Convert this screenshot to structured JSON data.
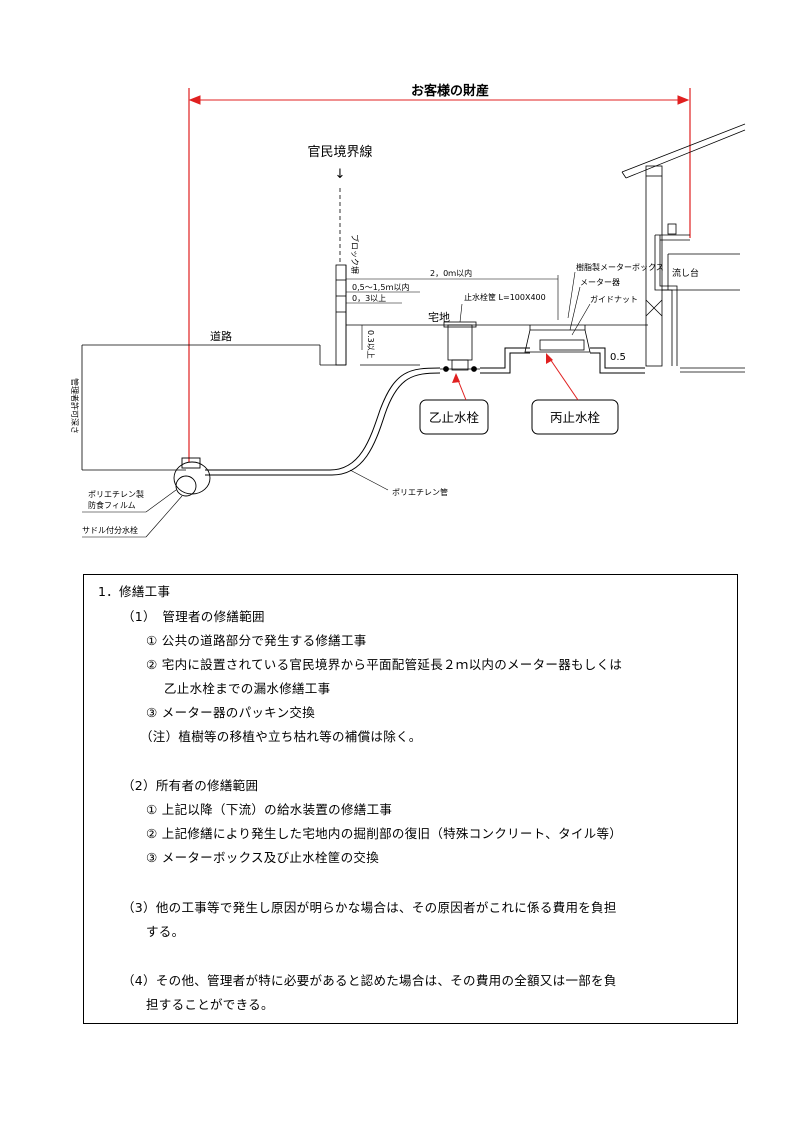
{
  "diagram": {
    "title": "お客様の財産",
    "boundary_label": "官民境界線",
    "arrow_down": "↓",
    "block_wall_label": "ブロック塀",
    "dim_2m": "2，0ｍ以内",
    "dim_05_15": "0,5～1,5ｍ以内",
    "dim_03_above": "0，3以上",
    "dim_03_vertical": "0.3以上",
    "stop_valve_box": "止水栓筐 L=100X400",
    "meter_box": "樹脂製メーターボックス",
    "meter": "メーター器",
    "guide_nut": "ガイドナット",
    "private_land": "宅地",
    "road": "道路",
    "dim_05": "0.5",
    "sink": "流し台",
    "otsu_valve": "乙止水栓",
    "hei_valve": "丙止水栓",
    "pipe": "ポリエチレン管",
    "film_line1": "ポリエチレン製",
    "film_line2": "防食フィルム",
    "saddle": "サドル付分水栓",
    "depth": "管理者許可深さ",
    "colors": {
      "red": "#e02020",
      "line": "#000000"
    }
  },
  "repair": {
    "heading": "1．修繕工事",
    "sec1_title": "（1）　管理者の修繕範囲",
    "sec1_item1": "① 公共の道路部分で発生する修繕工事",
    "sec1_item2a": "② 宅内に設置されている官民境界から平面配管延長２ｍ以内のメーター器もしくは",
    "sec1_item2b": "乙止水栓までの漏水修繕工事",
    "sec1_item3": "③ メーター器のパッキン交換",
    "sec1_note": "（注）植樹等の移植や立ち枯れ等の補償は除く。",
    "sec2_title": "（2）所有者の修繕範囲",
    "sec2_item1": "① 上記以降（下流）の給水装置の修繕工事",
    "sec2_item2": "② 上記修繕により発生した宅地内の掘削部の復旧（特殊コンクリート、タイル等）",
    "sec2_item3": "③ メーターボックス及び止水栓筐の交換",
    "sec3_a": "（3）他の工事等で発生し原因が明らかな場合は、その原因者がこれに係る費用を負担",
    "sec3_b": "する。",
    "sec4_a": "（4）その他、管理者が特に必要があると認めた場合は、その費用の全額又は一部を負",
    "sec4_b": "担することができる。"
  }
}
